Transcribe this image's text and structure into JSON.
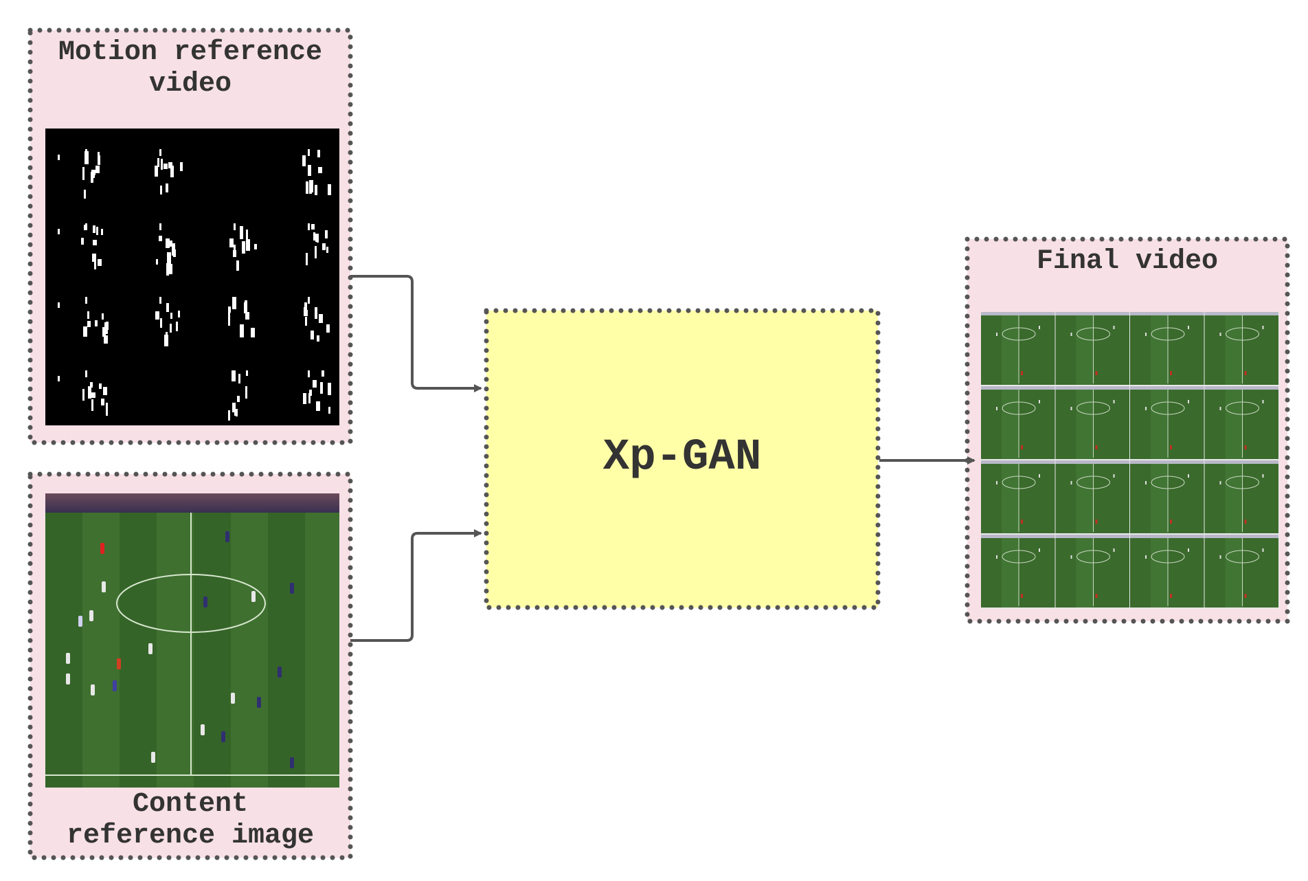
{
  "panels": {
    "motion": {
      "title_line1": "Motion reference",
      "title_line2": "video"
    },
    "content": {
      "title_line1": "Content",
      "title_line2": "reference image"
    },
    "final": {
      "title": "Final video"
    },
    "model": {
      "label": "Xp-GAN"
    }
  },
  "colors": {
    "panel_fill": "#f7e0e6",
    "model_fill": "#ffffa8",
    "dot_color": "#555555",
    "arrow_color": "#555555",
    "text_color": "#333333",
    "pitch_green": "#3b6b2c"
  },
  "images": {
    "motion_reference": "black frame grid with white motion marks",
    "content_reference": "soccer-pitch-image",
    "final_video": "4x4 grid of soccer frames"
  }
}
